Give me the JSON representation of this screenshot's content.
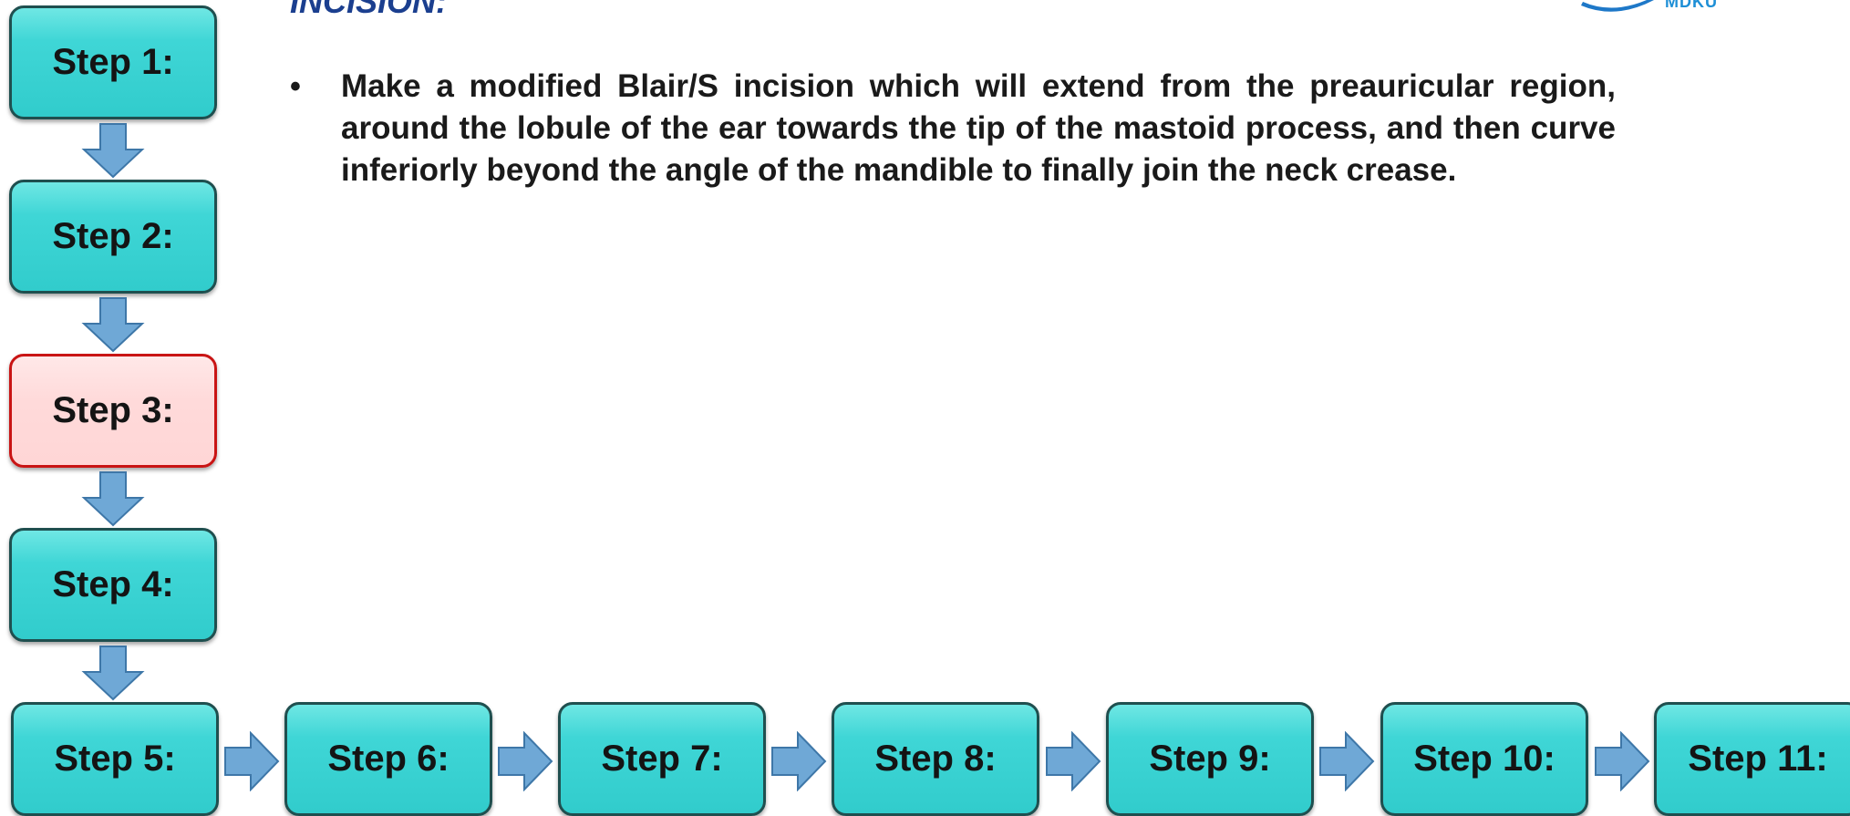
{
  "slide": {
    "heading": "INCISION:",
    "logo_text": "MDKU",
    "bullet": "•",
    "body_text": "Make a modified Blair/S incision which will extend from the preauricular region, around the lobule of the ear towards the tip of the mastoid process, and then curve inferiorly beyond the angle of the mandible to finally join the neck crease."
  },
  "steps": [
    {
      "label": "Step 1:",
      "active": false
    },
    {
      "label": "Step 2:",
      "active": false
    },
    {
      "label": "Step 3:",
      "active": true
    },
    {
      "label": "Step 4:",
      "active": false
    },
    {
      "label": "Step 5:",
      "active": false
    },
    {
      "label": "Step 6:",
      "active": false
    },
    {
      "label": "Step 7:",
      "active": false
    },
    {
      "label": "Step 8:",
      "active": false
    },
    {
      "label": "Step 9:",
      "active": false
    },
    {
      "label": "Step 10:",
      "active": false
    },
    {
      "label": "Step 11:",
      "active": false
    }
  ],
  "colors": {
    "step_fill": "#3fd6d6",
    "step_border": "#1f4f4f",
    "active_fill": "#ffdada",
    "active_border": "#c91414",
    "arrow_fill": "#6fa8d6",
    "heading_color": "#1b3f8f"
  }
}
